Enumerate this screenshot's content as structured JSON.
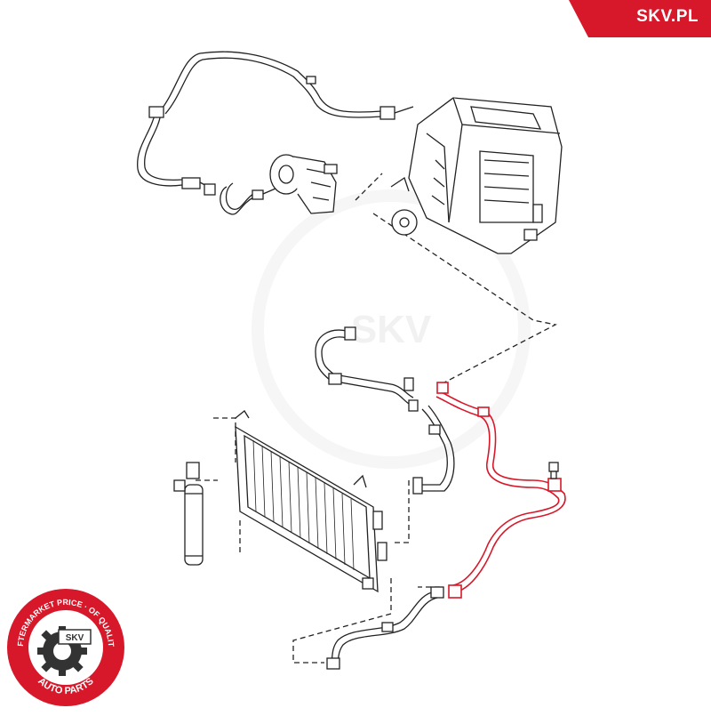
{
  "brand": {
    "site": "SKV.PL",
    "tab_color": "#d7182a"
  },
  "seal": {
    "ring_text_top": "AFTERMARKET PRICE · OF QUALITY",
    "ring_text_bottom": "AUTO PARTS",
    "badge": "SKV",
    "ring_color": "#d7182a",
    "gear_color": "#333333"
  },
  "watermark": {
    "text": "SKV",
    "color": "#eeeeee"
  },
  "diagram": {
    "line_color": "#222222",
    "highlight_color": "#d7182a",
    "parts": [
      {
        "id": "heater-unit",
        "icon": "hvac-box"
      },
      {
        "id": "compressor",
        "icon": "ac-compressor"
      },
      {
        "id": "suction-hose-upper",
        "icon": "hose"
      },
      {
        "id": "pressure-hose",
        "icon": "hose"
      },
      {
        "id": "high-pressure-pipe",
        "icon": "pipe",
        "highlighted": true
      },
      {
        "id": "pressure-switch",
        "icon": "sensor"
      },
      {
        "id": "condenser",
        "icon": "radiator"
      },
      {
        "id": "receiver-drier",
        "icon": "cylinder"
      },
      {
        "id": "lower-pipe",
        "icon": "pipe"
      }
    ]
  }
}
